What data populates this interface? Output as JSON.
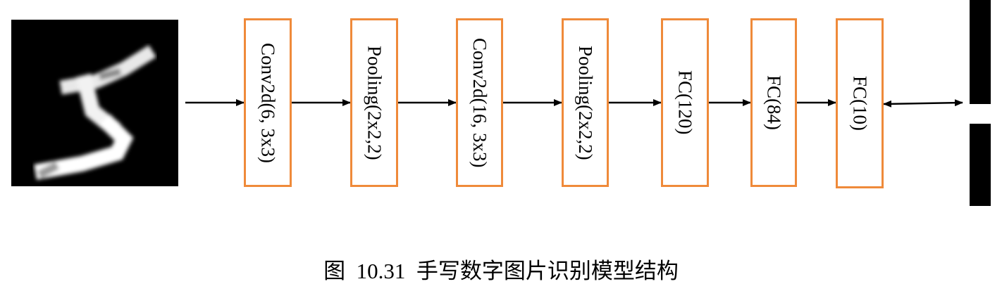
{
  "input_image": {
    "icon": "handwritten-digit-5-image"
  },
  "layers": [
    {
      "label": "Conv2d(6, 3x3)"
    },
    {
      "label": "Pooling(2x2,2)"
    },
    {
      "label": "Conv2d(16, 3x3)"
    },
    {
      "label": "Pooling(2x2,2)"
    },
    {
      "label": "FC(120)"
    },
    {
      "label": "FC(84)"
    },
    {
      "label": "FC(10)"
    }
  ],
  "caption": {
    "number": "图  10.31",
    "text": "手写数字图片识别模型结构"
  },
  "colors": {
    "box_border": "#ef8a3a",
    "arrow": "#000000",
    "background": "#ffffff"
  }
}
